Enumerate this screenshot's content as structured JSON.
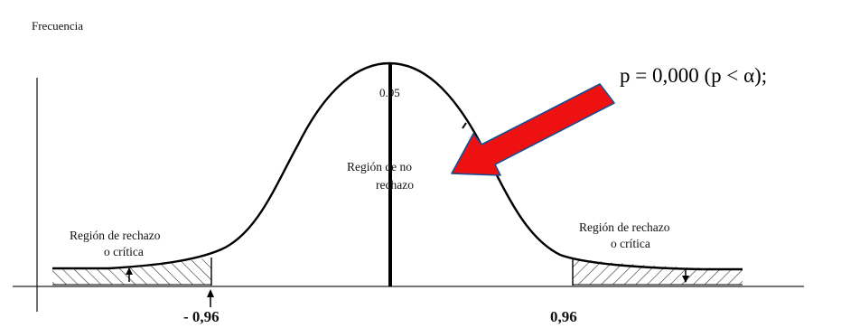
{
  "y_axis_label": "Frecuencia",
  "center_value": "0.95",
  "acceptance_region": {
    "line1": "Región de no",
    "line2": "rechazo"
  },
  "left_rejection_region": {
    "line1": "Región de rechazo",
    "line2": "o crítica"
  },
  "right_rejection_region": {
    "line1": "Región de rechazo",
    "line2": "o crítica"
  },
  "left_critical_value": "- 0,96",
  "right_critical_value": "0,96",
  "p_value_annotation": "p = 0,000 (p < α);",
  "colors": {
    "curve": "#000000",
    "arrow": "#ee1111",
    "arrow_outline": "#1a4d8f"
  },
  "icons": {
    "pointer": "red-arrow-icon",
    "marker": "small-up-arrow-icon"
  }
}
